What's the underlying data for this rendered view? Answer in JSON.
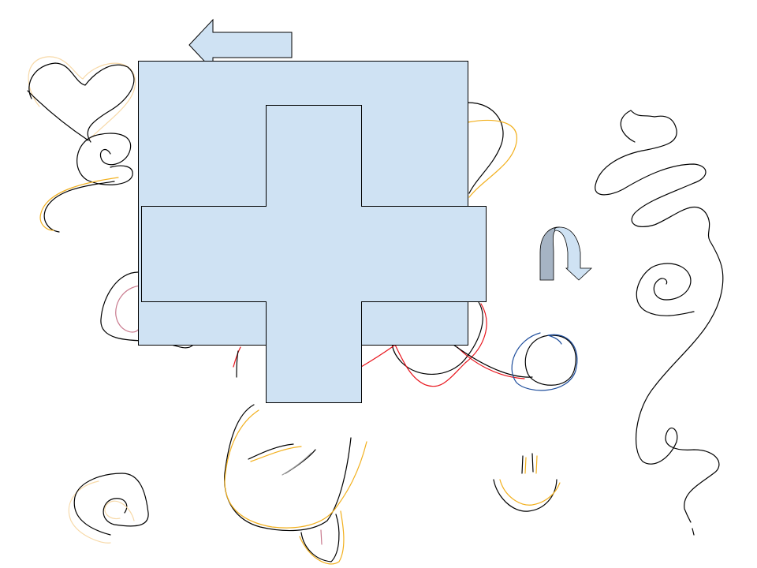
{
  "canvas": {
    "background": "#ffffff"
  },
  "colors": {
    "shape_fill": "#cfe2f3",
    "shape_stroke": "#000000",
    "curved_arrow_dark": "#a6b4c4",
    "ink_black": "#000000",
    "ink_yellow": "#f2b01e",
    "ink_red": "#e8141c",
    "ink_blue": "#1f4e9c",
    "ink_pink": "#c97a8e",
    "ink_peach": "#f7d9a8"
  },
  "shapes": [
    {
      "name": "left-arrow",
      "type": "block-arrow",
      "direction": "left"
    },
    {
      "name": "square",
      "type": "rectangle"
    },
    {
      "name": "plus",
      "type": "cross"
    },
    {
      "name": "curved-arrow",
      "type": "u-turn-arrow",
      "direction": "clockwise-down"
    }
  ],
  "scribbles": [
    "heart",
    "spiral-left",
    "squiggle-right",
    "spiral-bottom-left",
    "face",
    "smile",
    "circle-blue",
    "loops-center"
  ]
}
